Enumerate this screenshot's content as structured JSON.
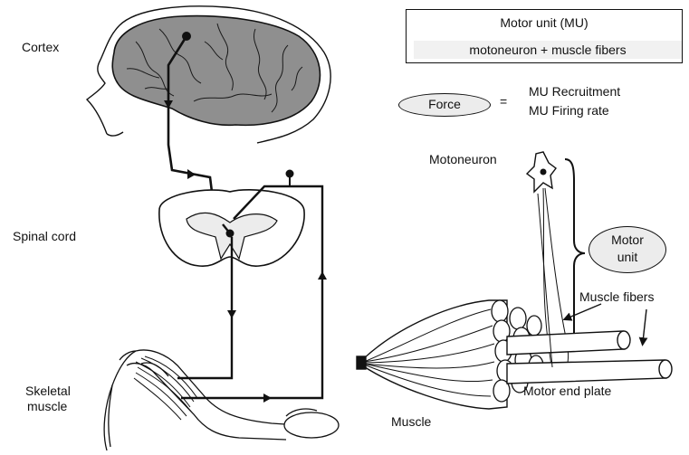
{
  "left": {
    "cortex": "Cortex",
    "spinal_cord": "Spinal cord",
    "skeletal_muscle_line1": "Skeletal",
    "skeletal_muscle_line2": "muscle"
  },
  "motor_unit_box": {
    "title": "Motor unit (MU)",
    "definition": "motoneuron + muscle fibers"
  },
  "force_equation": {
    "force": "Force",
    "equals": "=",
    "term1": "MU Recruitment",
    "term2": "MU Firing rate"
  },
  "right": {
    "motoneuron": "Motoneuron",
    "motor_unit_line1": "Motor",
    "motor_unit_line2": "unit",
    "muscle_fibers": "Muscle fibers",
    "motor_end_plate": "Motor end plate",
    "muscle": "Muscle"
  }
}
